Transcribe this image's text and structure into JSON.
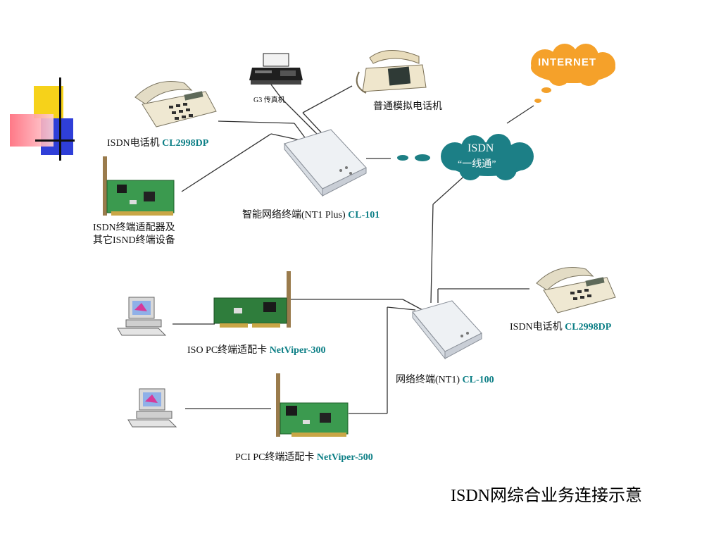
{
  "caption": "ISDN网综合业务连接示意",
  "internet": "INTERNET",
  "isdn_cloud": {
    "line1": "ISDN",
    "line2": "“一线通”"
  },
  "labels": {
    "fax": "G3 传真机",
    "analog_phone": "普通模拟电话机",
    "isdn_phone_top": {
      "text": "ISDN电话机 ",
      "model": "CL2998DP"
    },
    "nt1_plus": {
      "text": "智能网络终端(NT1 Plus) ",
      "model": "CL-101"
    },
    "isdn_ta_line1": "ISDN终端适配器及",
    "isdn_ta_line2": "其它ISND终端设备",
    "isdn_phone_right": {
      "text": "ISDN电话机 ",
      "model": "CL2998DP"
    },
    "iso_card": {
      "text": "ISO PC终端适配卡 ",
      "model": "NetViper-300"
    },
    "nt1": {
      "text": "网络终端(NT1) ",
      "model": "CL-100"
    },
    "pci_card": {
      "text": "PCI PC终端适配卡 ",
      "model": "NetViper-500"
    }
  }
}
